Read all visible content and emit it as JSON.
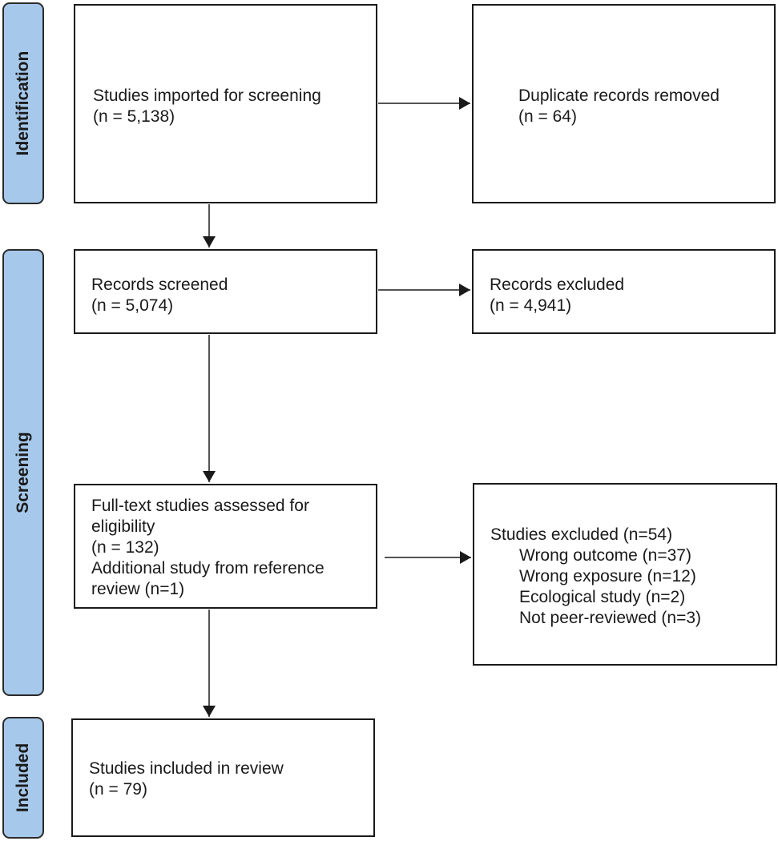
{
  "phases": {
    "identification": "Identification",
    "screening": "Screening",
    "included": "Included"
  },
  "boxes": {
    "imported": {
      "title": "Studies imported for screening",
      "count": "(n = 5,138)"
    },
    "duplicates": {
      "title": "Duplicate records removed",
      "count": "(n = 64)"
    },
    "screened": {
      "title": "Records screened",
      "count": "(n = 5,074)"
    },
    "excluded_records": {
      "title": "Records excluded",
      "count": "(n = 4,941)"
    },
    "fulltext": {
      "line1": "Full-text studies assessed for",
      "line2": "eligibility",
      "count": "(n = 132)",
      "line4": "Additional study from reference",
      "line5": "review (n=1)"
    },
    "excluded_studies": {
      "title": "Studies excluded (n=54)",
      "reasons": [
        "Wrong outcome (n=37)",
        "Wrong exposure (n=12)",
        "Ecological study (n=2)",
        "Not peer-reviewed (n=3)"
      ]
    },
    "included": {
      "title": "Studies included in review",
      "count": "(n = 79)"
    }
  }
}
